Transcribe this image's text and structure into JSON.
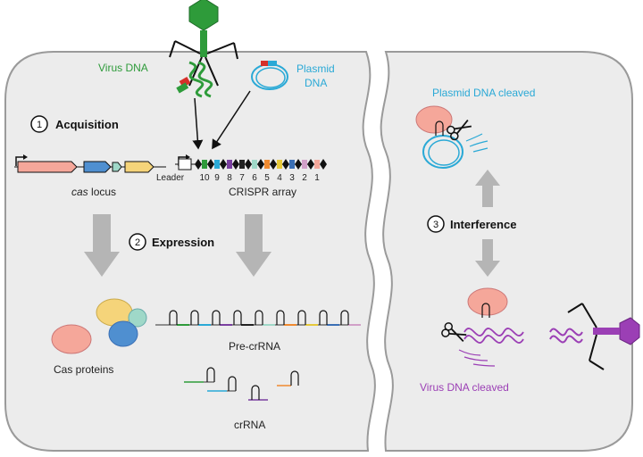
{
  "labels": {
    "virus_dna": "Virus DNA",
    "plasmid_dna_line1": "Plasmid",
    "plasmid_dna_line2": "DNA",
    "step1_number": "1",
    "step1_title": "Acquisition",
    "cas_locus_italic": "cas",
    "cas_locus_rest": " locus",
    "leader": "Leader",
    "crispr_array": "CRISPR array",
    "step2_number": "2",
    "step2_title": "Expression",
    "cas_proteins": "Cas proteins",
    "pre_crrna": "Pre-crRNA",
    "crrna": "crRNA",
    "plasmid_cleaved": "Plasmid DNA cleaved",
    "step3_number": "3",
    "step3_title": "Interference",
    "virus_cleaved": "Virus DNA cleaved"
  },
  "spacer_numbers": [
    "10",
    "9",
    "8",
    "7",
    "6",
    "5",
    "4",
    "3",
    "2",
    "1"
  ],
  "colors": {
    "cell_fill": "#ececec",
    "cell_stroke": "#9a9a9a",
    "virus_green": "#2e9b3a",
    "plasmid_blue": "#2aa9d6",
    "virus_purple": "#9b3fb5",
    "cas_pink": "#f5a79a",
    "cas_blue": "#4f8fd0",
    "cas_teal": "#9fd8c8",
    "cas_yellow": "#f5d47a",
    "arrow_gray": "#b5b5b5"
  },
  "spacer_colors": [
    "#2e9b3a",
    "#2aa9d6",
    "#7a3fa0",
    "#222222",
    "#9fd8c8",
    "#f08a30",
    "#e6c93a",
    "#3a6fb5",
    "#d1a0c8",
    "#f5a79a"
  ],
  "icons": [
    "phage-icon",
    "plasmid-icon",
    "scissors-icon",
    "promoter-arrow-icon",
    "gene-arrow-icon"
  ]
}
